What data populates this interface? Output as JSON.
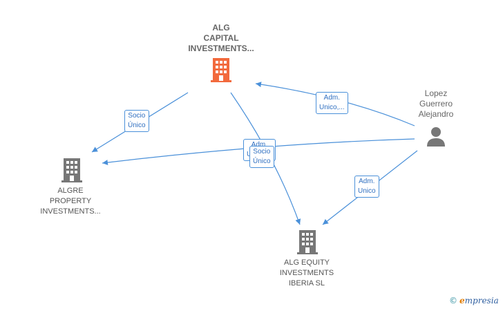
{
  "nodes": {
    "alg_capital": {
      "label": "ALG\nCAPITAL\nINVESTMENTS...",
      "color": "#f26a3d"
    },
    "algre_property": {
      "label": "ALGRE\nPROPERTY\nINVESTMENTS...",
      "color": "#777777"
    },
    "alg_equity": {
      "label": "ALG EQUITY\nINVESTMENTS\nIBERIA  SL",
      "color": "#777777"
    },
    "lopez": {
      "label": "Lopez\nGuerrero\nAlejandro",
      "color": "#777777"
    }
  },
  "edges": {
    "capital_to_algre": "Socio\nÚnico",
    "lopez_to_capital": "Adm.\nUnico,...",
    "lopez_to_algre_hidden": "Adm.\nUnico,...",
    "capital_to_equity": "Socio\nÚnico",
    "lopez_to_equity": "Adm.\nUnico"
  },
  "edge_color": "#4a90d9",
  "brand": {
    "copyright": "©",
    "first_letter": "e",
    "name": "mpresia"
  }
}
